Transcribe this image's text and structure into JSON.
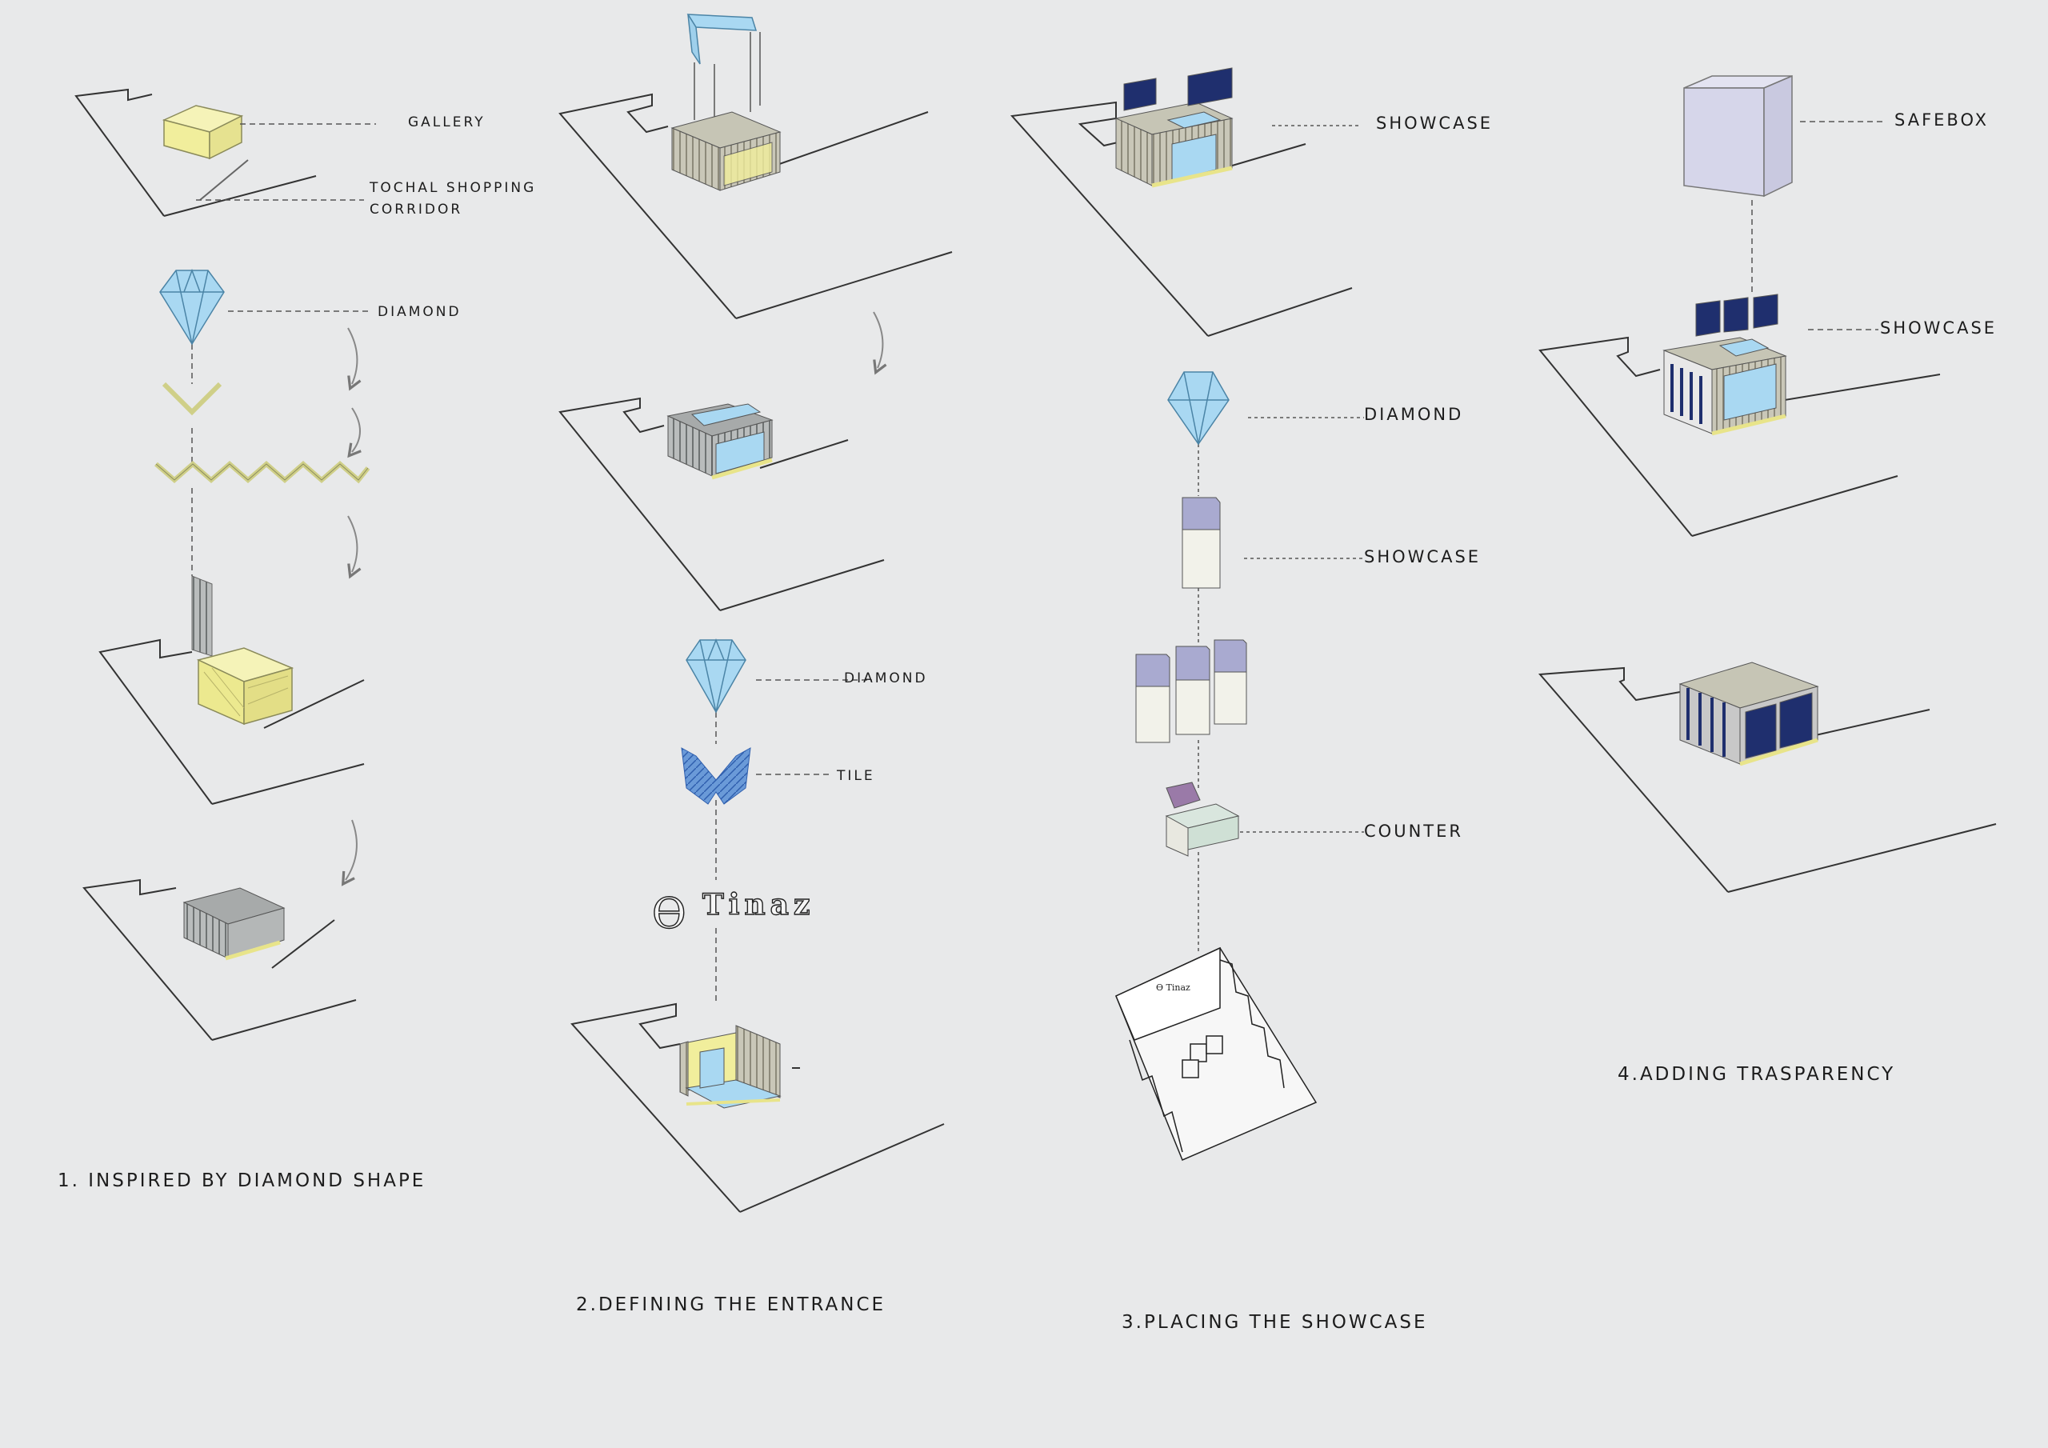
{
  "labels": {
    "gallery": "GALLERY",
    "tochal_line1": "TOCHAL SHOPPING",
    "tochal_line2": "CORRIDOR",
    "diamond_1": "DIAMOND",
    "diamond_2": "DIAMOND",
    "tile": "TILE",
    "showcase_top": "SHOWCASE",
    "diamond_3": "DIAMOND",
    "showcase_mid": "SHOWCASE",
    "counter": "COUNTER",
    "safebox": "SAFEBOX",
    "showcase_right": "SHOWCASE",
    "brand": "Tinaz"
  },
  "steps": {
    "step1": "1. Inspired by diamond shape",
    "step2": "2.defining the entrance",
    "step3": "3.placing the showcase",
    "step4": "4.adding trasparency"
  },
  "colors": {
    "background": "#e8e9ea",
    "gallery_yellow": "#f3f0a8",
    "diamond_blue": "#a9d8f2",
    "navy": "#1f2f6e",
    "safebox_lilac": "#d6d6ea"
  }
}
